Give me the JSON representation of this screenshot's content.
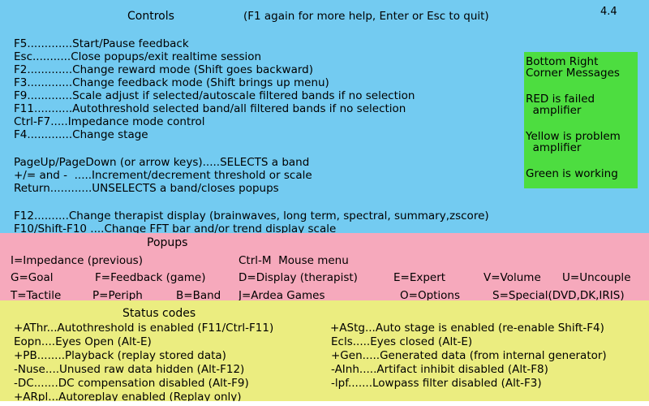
{
  "version": "4.4",
  "controls": {
    "title": "Controls",
    "hint": "(F1 again for more help, Enter or Esc to quit)",
    "lines": [
      "F5.............Start/Pause feedback",
      "Esc...........Close popups/exit realtime session",
      "F2.............Change reward mode (Shift goes backward)",
      "F3.............Change feedback mode (Shift brings up menu)",
      "F9.............Scale adjust if selected/autoscale filtered bands if no selection",
      "F11...........Autothreshold selected band/all filtered bands if no selection",
      "Ctrl-F7.....Impedance mode control",
      "F4.............Change stage",
      "PageUp/PageDown (or arrow keys).....SELECTS a band",
      "+/= and -  .....Increment/decrement threshold or scale",
      "Return............UNSELECTS a band/closes popups",
      "F12..........Change therapist display (brainwaves, long term, spectral, summary,zscore)",
      "F10/Shift-F10 ....Change FFT bar and/or trend display scale"
    ]
  },
  "legend": {
    "lines": [
      "Bottom Right",
      "Corner Messages",
      "RED is failed",
      "  amplifier",
      "Yellow is problem",
      "  amplifier",
      "Green is working"
    ]
  },
  "popups": {
    "title": "Popups",
    "items": [
      "I=Impedance (previous)",
      "Ctrl-M  Mouse menu",
      "G=Goal",
      "F=Feedback (game)",
      "D=Display (therapist)",
      "E=Expert",
      "V=Volume",
      "U=Uncouple",
      "T=Tactile",
      "P=Periph",
      "B=Band",
      "J=Ardea Games",
      "O=Options",
      "S=Special(DVD,DK,IRIS)"
    ]
  },
  "status": {
    "title": "Status codes",
    "left": [
      "+AThr...Autothreshold is enabled (F11/Ctrl-F11)",
      "Eopn....Eyes Open (Alt-E)",
      "+PB........Playback (replay stored data)",
      "-Nuse....Unused raw data hidden (Alt-F12)",
      "-DC.......DC compensation disabled (Alt-F9)",
      "+ARpl...Autoreplay enabled (Replay only)"
    ],
    "right": [
      "+AStg...Auto stage is enabled (re-enable Shift-F4)",
      "Ecls.....Eyes closed (Alt-E)",
      "+Gen.....Generated data (from internal generator)",
      "-AInh.....Artifact inhibit disabled (Alt-F8)",
      "-lpf.......Lowpass filter disabled (Alt-F3)"
    ]
  },
  "colors": {
    "controls_bg": "#73cbf1",
    "popups_bg": "#f6a9bc",
    "status_bg": "#ebed80",
    "legend_bg": "#4ddd40"
  }
}
